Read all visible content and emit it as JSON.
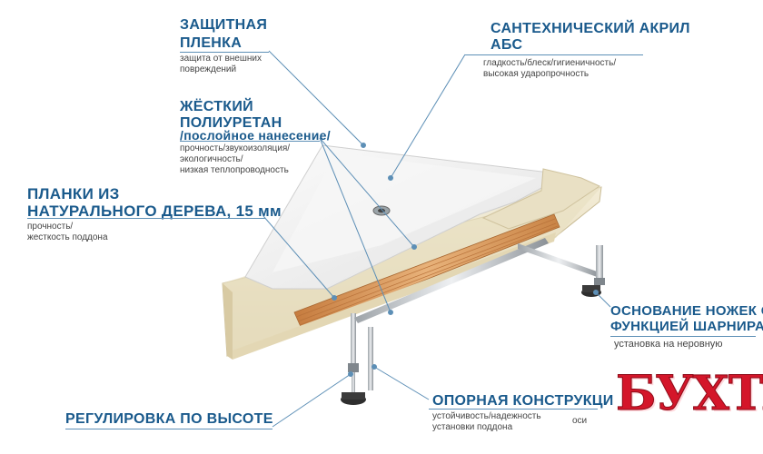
{
  "labels": {
    "protective_film": {
      "title_1": "ЗАЩИТНАЯ",
      "title_2": "ПЛЕНКА",
      "desc_1": "защита от внешних",
      "desc_2": "повреждений"
    },
    "acrylic": {
      "title_1": "САНТЕХНИЧЕСКИЙ АКРИЛ",
      "title_2": "АБС",
      "desc_1": "гладкость/блеск/гигиеничность/",
      "desc_2": "высокая ударопрочность"
    },
    "polyurethane": {
      "title_1": "ЖЁСТКИЙ",
      "title_2": "ПОЛИУРЕТАН",
      "title_3": "/послойное нанесение/",
      "desc_1": "прочность/звукоизоляция/",
      "desc_2": "экологичность/",
      "desc_3": "низкая теплопроводность"
    },
    "wood": {
      "title_1": "ПЛАНКИ ИЗ",
      "title_2": "НАТУРАЛЬНОГО ДЕРЕВА, 15 мм",
      "desc_1": "прочность/",
      "desc_2": "жесткость поддона"
    },
    "legs": {
      "title_1": "ОСНОВАНИЕ НОЖЕК С",
      "title_2": "ФУНКЦИЕЙ ШАРНИРА",
      "desc_1": "установка на неровную"
    },
    "height": {
      "title_1": "РЕГУЛИРОВКА ПО ВЫСОТЕ"
    },
    "frame": {
      "title_1": "ОПОРНАЯ КОНСТРУКЦИ",
      "desc_1": "устойчивость/надежность",
      "desc_2": "установки поддона",
      "desc_3": "оси"
    }
  },
  "brand": {
    "text": "БУХТА"
  },
  "colors": {
    "label": "#1a5a8c",
    "line": "#5d8fb6",
    "brand": "#d4162a",
    "wood": "#d99a5c",
    "foam": "#efe7cf",
    "acrylic": "#ffffff"
  }
}
